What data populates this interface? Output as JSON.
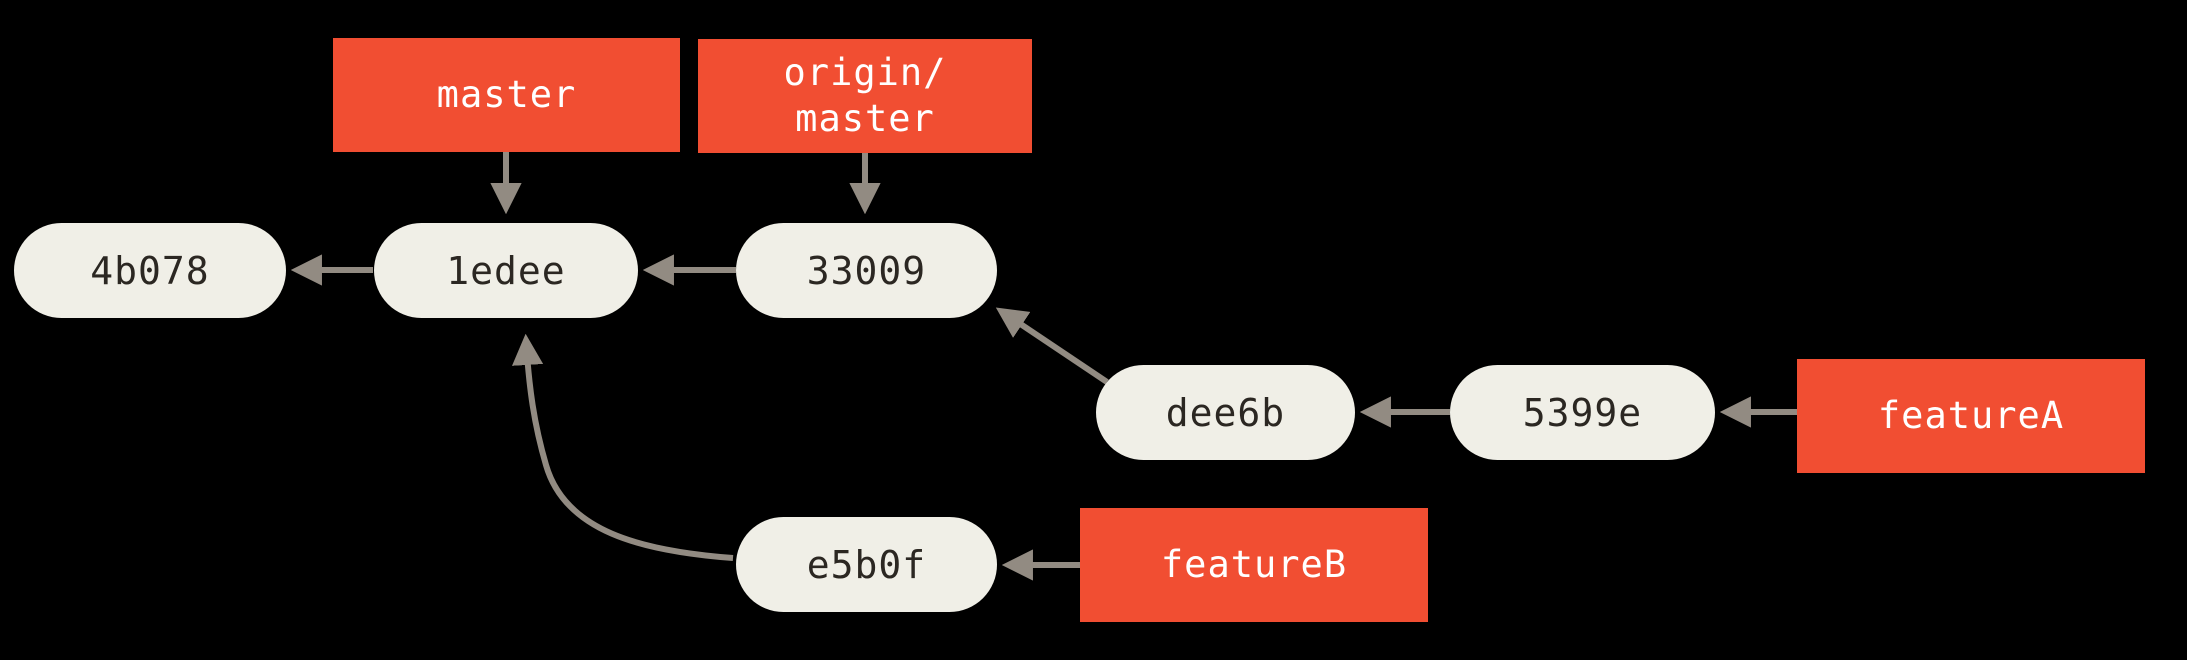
{
  "diagram": {
    "type": "git-commit-graph",
    "background": "#000000",
    "colors": {
      "branch_fill": "#F14E32",
      "branch_text": "#FFFFFF",
      "commit_fill": "#F0EFE7",
      "commit_text": "#2B2722",
      "arrow": "#928B82"
    },
    "commits": {
      "c4b078": {
        "label": "4b078"
      },
      "c1edee": {
        "label": "1edee"
      },
      "c33009": {
        "label": "33009"
      },
      "cdee6b": {
        "label": "dee6b"
      },
      "c5399e": {
        "label": "5399e"
      },
      "ce5b0f": {
        "label": "e5b0f"
      }
    },
    "branches": {
      "master": {
        "label": "master",
        "points_to": "1edee"
      },
      "origin_master": {
        "label": "origin/\nmaster",
        "points_to": "33009"
      },
      "featureA": {
        "label": "featureA",
        "points_to": "5399e"
      },
      "featureB": {
        "label": "featureB",
        "points_to": "e5b0f"
      }
    },
    "edges": [
      {
        "from": "1edee",
        "to": "4b078"
      },
      {
        "from": "33009",
        "to": "1edee"
      },
      {
        "from": "dee6b",
        "to": "33009"
      },
      {
        "from": "5399e",
        "to": "dee6b"
      },
      {
        "from": "e5b0f",
        "to": "1edee"
      },
      {
        "from": "master",
        "to": "1edee"
      },
      {
        "from": "origin/master",
        "to": "33009"
      },
      {
        "from": "featureA",
        "to": "5399e"
      },
      {
        "from": "featureB",
        "to": "e5b0f"
      }
    ]
  }
}
